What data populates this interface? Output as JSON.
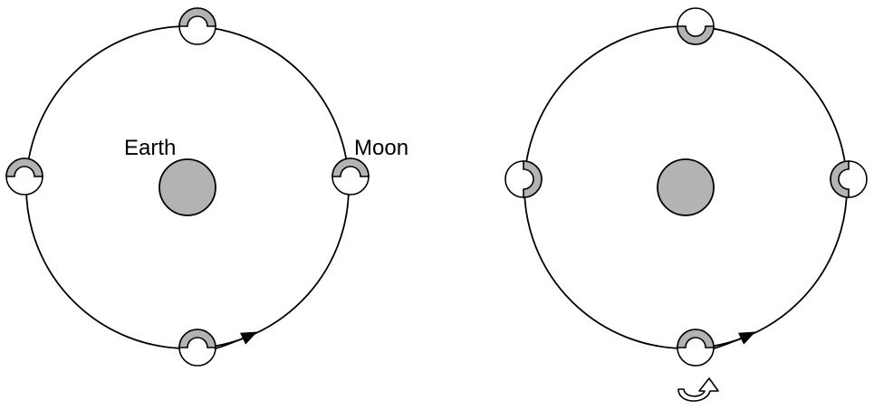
{
  "labels": {
    "earth": "Earth",
    "moon": "Moon"
  },
  "colors": {
    "earth_fill": "#b3b3b3",
    "moon_marker_fill": "#b3b3b3",
    "line": "#000000",
    "background": "#ffffff"
  },
  "panels": [
    {
      "id": "left",
      "description_key": "moon-same-face-orientation",
      "moon_positions": [
        "top",
        "right",
        "bottom",
        "left"
      ]
    },
    {
      "id": "right",
      "description_key": "moon-synchronous-rotation",
      "moon_positions": [
        "top",
        "right",
        "bottom",
        "left"
      ],
      "has_rotation_arrow": true
    }
  ]
}
